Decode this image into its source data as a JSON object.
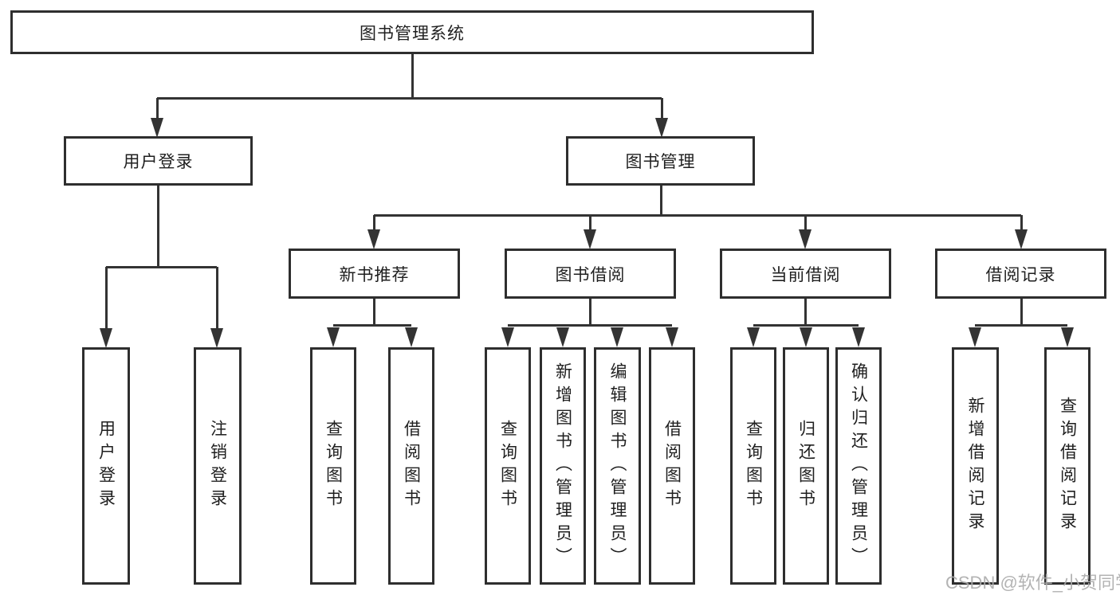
{
  "nodes": {
    "root": "图书管理系统",
    "user_login": "用户登录",
    "book_mgmt": "图书管理",
    "new_book_rec": "新书推荐",
    "book_borrow": "图书借阅",
    "current_borrow": "当前借阅",
    "borrow_record": "借阅记录",
    "ul_user_login": "用户登录",
    "ul_logout": "注销登录",
    "nbr_query_book": "查询图书",
    "nbr_borrow_book": "借阅图书",
    "bb_query_book": "查询图书",
    "bb_add_book": "新增图书（管理员）",
    "bb_edit_book": "编辑图书（管理员）",
    "bb_borrow_book": "借阅图书",
    "cb_query_book": "查询图书",
    "cb_return_book": "归还图书",
    "cb_confirm_return": "确认归还（管理员）",
    "br_add_record": "新增借阅记录",
    "br_query_record": "查询借阅记录"
  },
  "watermark": "CSDN @软件_小贺同学",
  "colors": {
    "line": "#333333",
    "border": "#2e2e2e",
    "text": "#1f1f1f",
    "watermark": "#ababab",
    "background": "#ffffff"
  }
}
